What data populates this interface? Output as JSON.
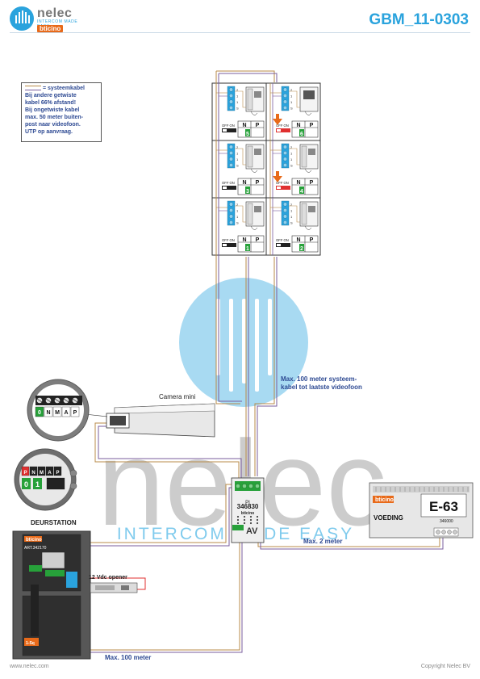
{
  "header": {
    "logo_word": "nelec",
    "logo_sub": "INTERCOM MADE EASY",
    "logo_bticino": "bticino",
    "code": "GBM_11-0303"
  },
  "legend": {
    "head": "= systeemkabel",
    "lines": [
      "Bij andere getwiste",
      "kabel 66% afstand!",
      "Bij ongetwiste kabel",
      "max. 50 meter buiten-",
      "post naar videofoon.",
      "UTP op aanvraag."
    ]
  },
  "monitors": [
    {
      "num": "5",
      "switch_label": "OFF ON",
      "n": "N",
      "p": "P",
      "top": [
        "2",
        "1",
        "1",
        "S"
      ]
    },
    {
      "num": "6",
      "switch_label": "OFF ON",
      "n": "N",
      "p": "P",
      "top": [
        "2",
        "1",
        "1",
        "S"
      ]
    },
    {
      "num": "3",
      "switch_label": "OFF ON",
      "n": "N",
      "p": "P",
      "top": [
        "2",
        "1",
        "1",
        "S"
      ]
    },
    {
      "num": "4",
      "switch_label": "OFF ON",
      "n": "N",
      "p": "P",
      "top": [
        "2",
        "1",
        "1",
        "S"
      ]
    },
    {
      "num": "1",
      "switch_label": "OFF ON",
      "n": "N",
      "p": "P",
      "top": [
        "2",
        "1",
        "1",
        "S"
      ]
    },
    {
      "num": "2",
      "switch_label": "OFF ON",
      "n": "N",
      "p": "P",
      "top": [
        "2",
        "1",
        "1",
        "S"
      ]
    }
  ],
  "annotations": {
    "system_max_1": "Max. 100 meter systeem-",
    "system_max_2": "kabel tot laatste videofoon",
    "camera": "Camera mini",
    "max2": "Max. 2 meter",
    "max100": "Max. 100 meter",
    "deurstation": "DEURSTATION",
    "opener": "12 Vdc opener"
  },
  "interface": {
    "code": "346830",
    "brand": "bticino",
    "av": "AV",
    "pi": "PI",
    "terminals": [
      "+",
      "-",
      "+",
      "-"
    ]
  },
  "power": {
    "brand": "bticino",
    "label": "VOEDING",
    "model": "E-63",
    "code": "346000"
  },
  "doorstation": {
    "brand": "bticino",
    "art": "ART.342170",
    "terminals": [
      "P",
      "N",
      "M",
      "A",
      "P"
    ],
    "tag": "1-Sq"
  },
  "camera_terminals": [
    "0",
    "N",
    "M",
    "A",
    "P"
  ],
  "footer": {
    "left": "www.nelec.com",
    "right": "Copyright Nelec BV"
  },
  "colors": {
    "brand_blue": "#2aa3dd",
    "cable_brown": "#b88b4a",
    "cable_purple": "#7a5d9e",
    "green": "#27a13a",
    "orange": "#e86a1a",
    "text_blue": "#2e4a93"
  }
}
